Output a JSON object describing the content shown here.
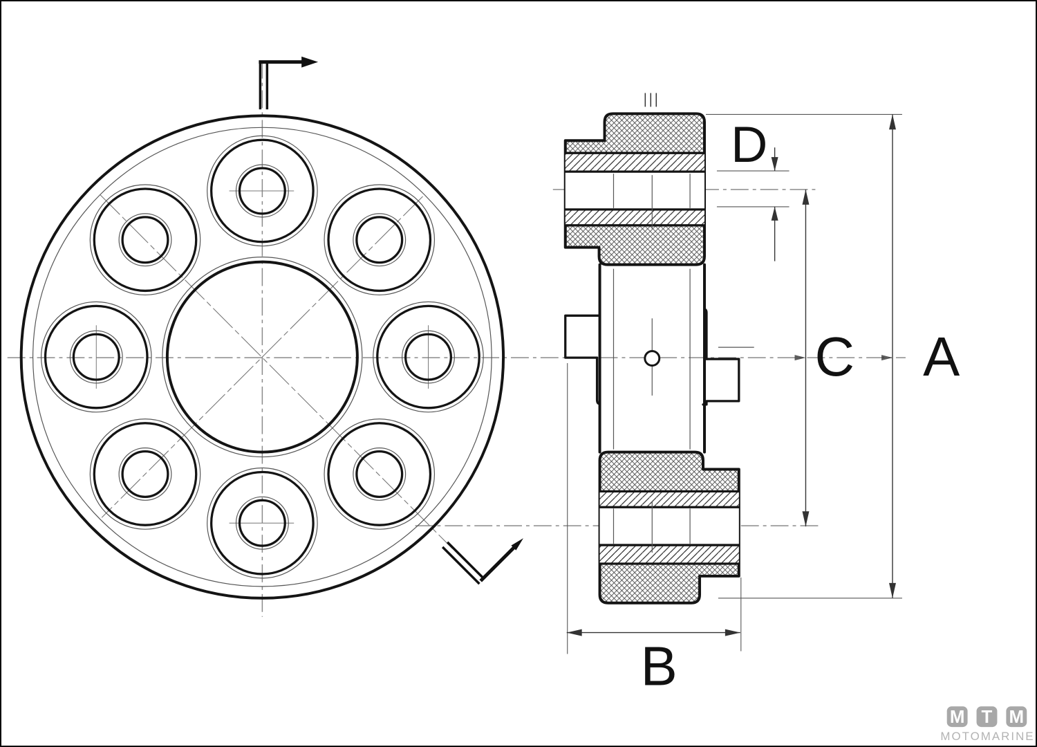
{
  "drawing": {
    "labels": {
      "dim_a": "A",
      "dim_b": "B",
      "dim_c": "C",
      "dim_d": "D"
    },
    "colors": {
      "outline": "#141414",
      "thin_line": "#555555",
      "centerline": "#8a8a8a",
      "dimension": "#333333",
      "background": "#ffffff",
      "logo_block": "#a8a8a8",
      "logo_letter": "#ffffff",
      "logo_caption": "#b3b3b3"
    },
    "logo": {
      "blocks": [
        "M",
        "T",
        "M"
      ],
      "caption": "MOTOMARINE"
    }
  }
}
